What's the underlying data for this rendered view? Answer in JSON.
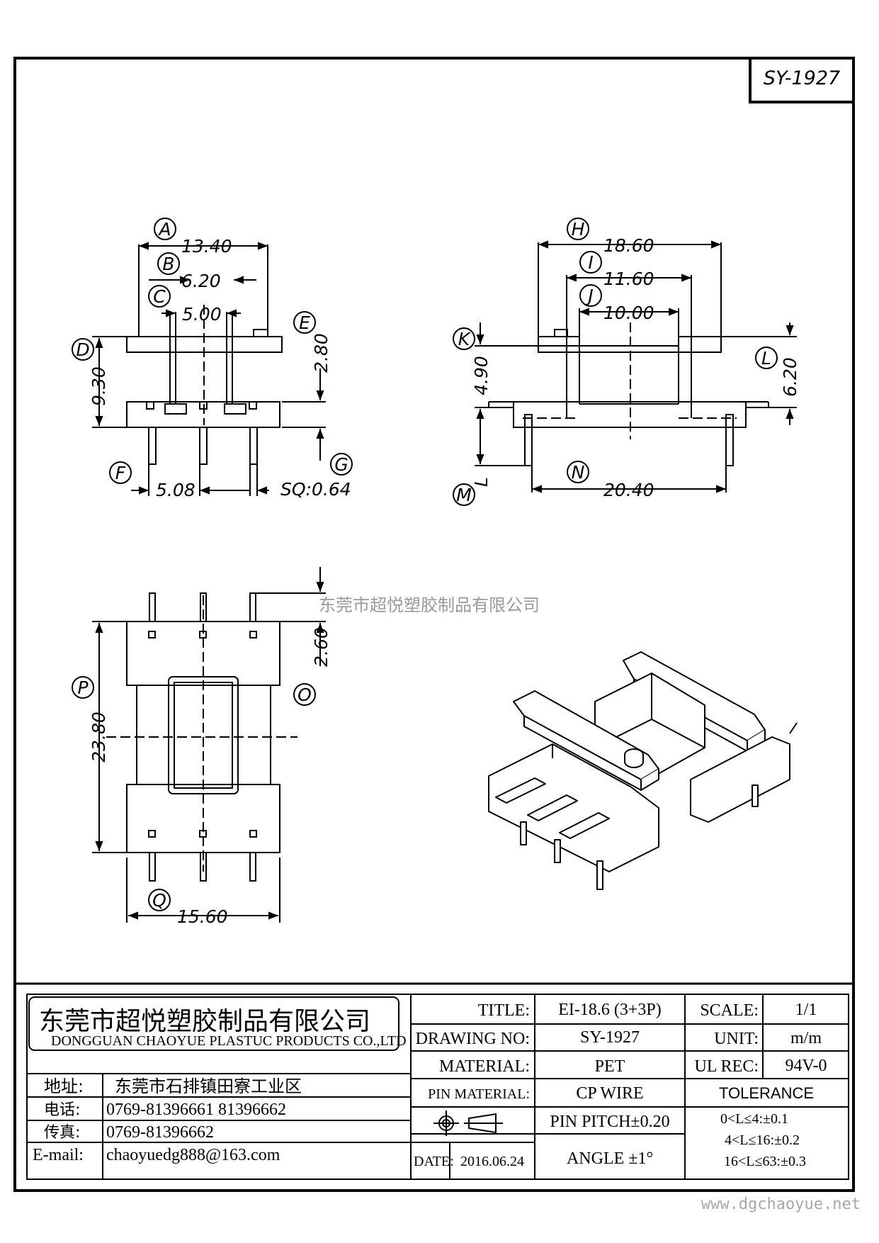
{
  "part_code": "SY-1927",
  "watermark_center": "东莞市超悦塑胶制品有限公司",
  "watermark_footer": "www.dgchaoyue.net",
  "dimensions": [
    {
      "letter": "A",
      "value": "13.40"
    },
    {
      "letter": "B",
      "value": "6.20"
    },
    {
      "letter": "C",
      "value": "5.00"
    },
    {
      "letter": "D",
      "value": "9.30"
    },
    {
      "letter": "E",
      "value": "2.80"
    },
    {
      "letter": "F",
      "value": "5.08"
    },
    {
      "letter": "G",
      "value": "SQ:0.64"
    },
    {
      "letter": "H",
      "value": "18.60"
    },
    {
      "letter": "I",
      "value": "11.60"
    },
    {
      "letter": "J",
      "value": "10.00"
    },
    {
      "letter": "K",
      "value": "4.90"
    },
    {
      "letter": "L",
      "value": "6.20"
    },
    {
      "letter": "M",
      "value": "L"
    },
    {
      "letter": "N",
      "value": "20.40"
    },
    {
      "letter": "O",
      "value": "2.60"
    },
    {
      "letter": "P",
      "value": "23.80"
    },
    {
      "letter": "Q",
      "value": "15.60"
    }
  ],
  "company": {
    "name_cn": "东莞市超悦塑胶制品有限公司",
    "name_en": "DONGGUAN CHAOYUE PLASTUC PRODUCTS CO.,LTD",
    "address_label": "地址:",
    "address": "东莞市石排镇田寮工业区",
    "phone_label": "电话:",
    "phone": "0769-81396661  81396662",
    "fax_label": "传真:",
    "fax": "0769-81396662",
    "email_label": "E-mail:",
    "email": "chaoyuedg888@163.com"
  },
  "title_block": {
    "title_label": "TITLE:",
    "title": "EI-18.6 (3+3P)",
    "drawing_no_label": "DRAWING NO:",
    "drawing_no": "SY-1927",
    "material_label": "MATERIAL:",
    "material": "PET",
    "pin_material_label": "PIN MATERIAL:",
    "pin_material": "CP WIRE",
    "pin_pitch": "PIN PITCH±0.20",
    "angle": "ANGLE  ±1°",
    "date_label": "DATE:",
    "date": "2016.06.24",
    "scale_label": "SCALE:",
    "scale": "1/1",
    "unit_label": "UNIT:",
    "unit": "m/m",
    "ul_label": "UL REC:",
    "ul": "94V-0",
    "tolerance_label": "TOLERANCE",
    "tolerances": [
      "0<L≤4:±0.1",
      "4<L≤16:±0.2",
      "16<L≤63:±0.3"
    ]
  }
}
